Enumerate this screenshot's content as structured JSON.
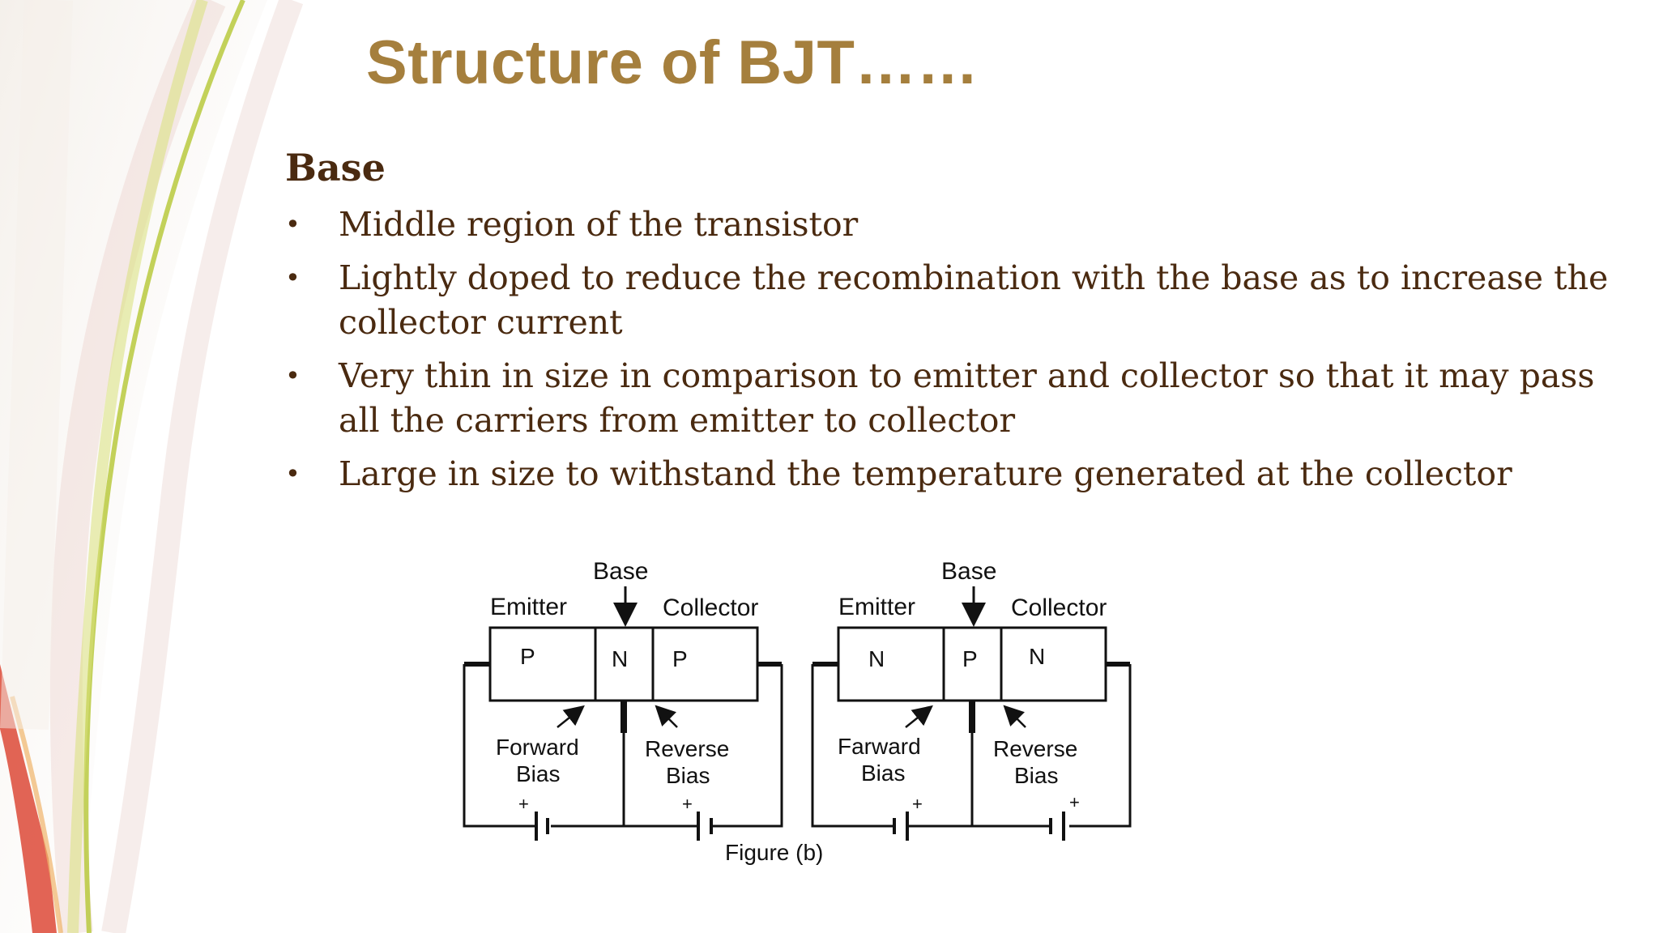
{
  "slide": {
    "title": "Structure of BJT……",
    "heading": "Base",
    "bullets": [
      "Middle region of the transistor",
      "Lightly doped to reduce the recombination with the base as to increase the collector current",
      "Very thin in size in comparison to emitter and collector so that it may pass all the carriers from emitter to collector",
      "Large in size to withstand the temperature generated at the collector"
    ]
  },
  "diagram": {
    "caption": "Figure (b)",
    "left": {
      "emitter": "Emitter",
      "base": "Base",
      "collector": "Collector",
      "regions": [
        "P",
        "N",
        "P"
      ],
      "forward_bias": [
        "Forward",
        "Bias"
      ],
      "reverse_bias": [
        "Reverse",
        "Bias"
      ],
      "plus_left": "+",
      "plus_right": "+"
    },
    "right": {
      "emitter": "Emitter",
      "base": "Base",
      "collector": "Collector",
      "regions": [
        "N",
        "P",
        "N"
      ],
      "forward_bias": [
        "Farward",
        "Bias"
      ],
      "reverse_bias": [
        "Reverse",
        "Bias"
      ],
      "plus_left": "+",
      "plus_right": "+"
    }
  },
  "colors": {
    "title": "#a57f3d",
    "body": "#4a2a10",
    "accent_green": "#b9c93e",
    "accent_red": "#d8311d"
  }
}
